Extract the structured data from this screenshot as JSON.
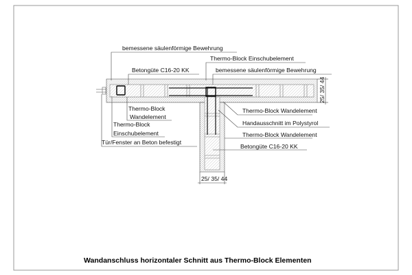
{
  "title": "Wandanschluss horizontaler Schnitt aus Thermo-Block Elementen",
  "labels": {
    "reinforcement_left": "bemessene säulenförmige Bewehrung",
    "insert_element_top": "Thermo-Block Einschubelement",
    "concrete_left": "Betongüte C16-20 KK",
    "reinforcement_right": "bemessene säulenförmige Bewehrung",
    "wall_element_left_1": "Thermo-Block",
    "wall_element_left_2": "Wandelement",
    "insert_element_left_1": "Thermo-Block",
    "insert_element_left_2": "Einschubelement",
    "door_window": "Tür/Fenster an Beton befestigt",
    "wall_element_right_1": "Thermo-Block Wandelement",
    "hand_cutout": "Handausschnitt im Polystyrol",
    "wall_element_right_2": "Thermo-Block Wandelement",
    "concrete_right": "Betongüte C16-20 KK"
  },
  "dimensions": {
    "horizontal_wall": "25/ 35/ 44",
    "vertical_wall": "25/ 35/ 44"
  }
}
